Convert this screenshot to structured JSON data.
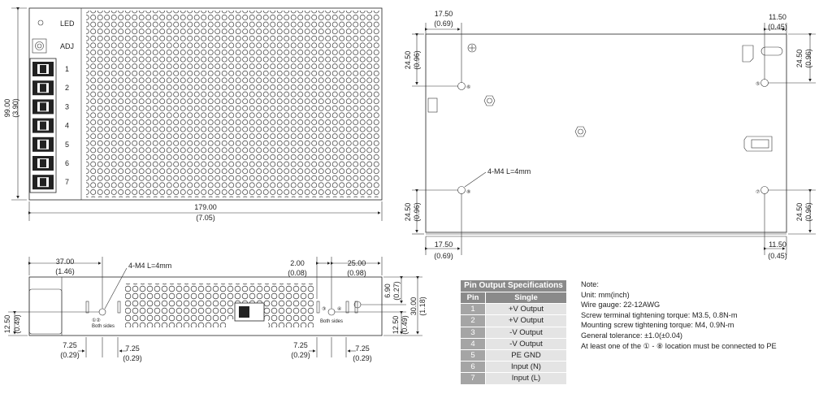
{
  "front_view": {
    "led_label": "LED",
    "adj_label": "ADJ",
    "terminal_numbers": [
      "1",
      "2",
      "3",
      "4",
      "5",
      "6",
      "7"
    ],
    "height_dim": "99.00",
    "height_dim_in": "(3.90)",
    "width_dim": "179.00",
    "width_dim_in": "(7.05)"
  },
  "bottom_view": {
    "left_dim": "17.50",
    "left_dim_in": "(0.69)",
    "right_dim": "11.50",
    "right_dim_in": "(0.45)",
    "side_dim": "24.50",
    "side_dim_in": "(0.96)",
    "screw_label": "4-M4 L=4mm",
    "hole_labels": [
      "⑥",
      "⑤",
      "⑧",
      "⑦"
    ]
  },
  "side_view": {
    "dim_37": "37.00",
    "dim_37_in": "(1.46)",
    "screw_label": "4-M4 L=4mm",
    "dim_2": "2.00",
    "dim_2_in": "(0.08)",
    "dim_25": "25.00",
    "dim_25_in": "(0.98)",
    "dim_690": "6.90",
    "dim_690_in": "(0.27)",
    "dim_30": "30.00",
    "dim_30_in": "(1.18)",
    "dim_1250": "12.50",
    "dim_1250_in": "(0.49)",
    "dim_725": "7.25",
    "dim_725_in": "(0.29)",
    "both_sides": "Both sides",
    "hole_left": "①②",
    "hole_right_a": "③",
    "hole_right_b": "④"
  },
  "pin_table": {
    "title": "Pin Output Specifications",
    "col_pin": "Pin",
    "col_single": "Single",
    "rows": [
      {
        "pin": "1",
        "value": "+V Output"
      },
      {
        "pin": "2",
        "value": "+V Output"
      },
      {
        "pin": "3",
        "value": "-V Output"
      },
      {
        "pin": "4",
        "value": "-V Output"
      },
      {
        "pin": "5",
        "value": "PE GND"
      },
      {
        "pin": "6",
        "value": "Input (N)"
      },
      {
        "pin": "7",
        "value": "Input (L)"
      }
    ]
  },
  "notes": [
    "Note:",
    "Unit: mm(inch)",
    "Wire gauge: 22-12AWG",
    "Screw terminal tightening torque: M3.5, 0.8N-m",
    "Mounting screw tightening torque: M4, 0.9N-m",
    "General tolerance: ±1.0(±0.04)",
    "At least one of the ① - ⑧ location must be connected to PE"
  ]
}
